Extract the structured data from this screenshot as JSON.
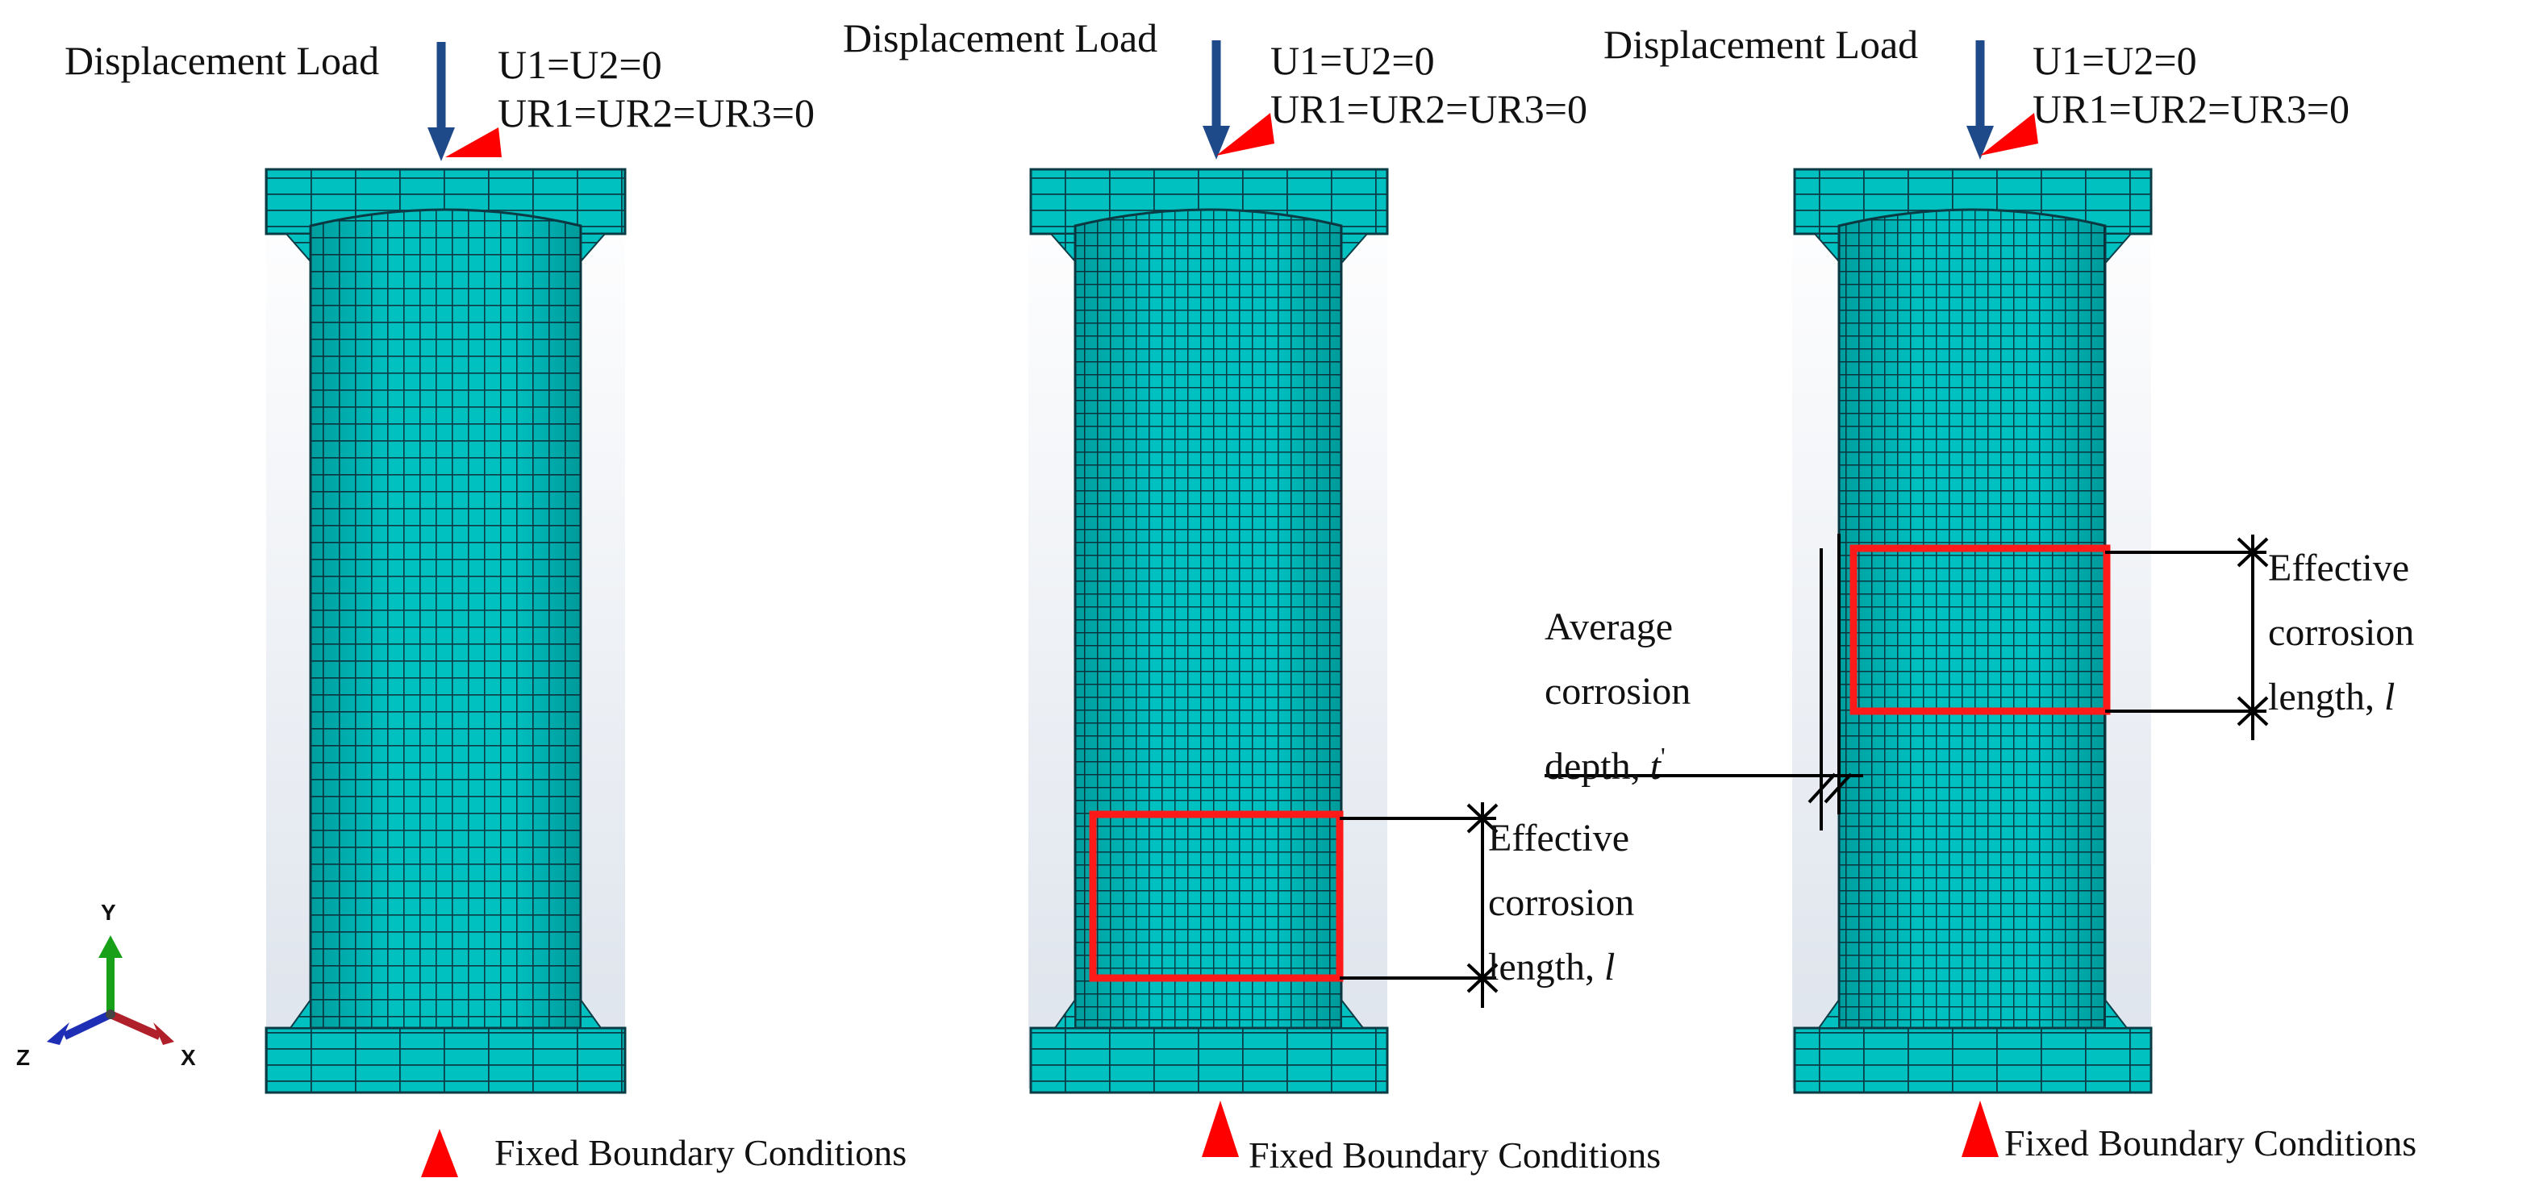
{
  "colors": {
    "mesh": "#00c0c0",
    "mesh_line": "#0b3c46",
    "corrosion_box": "#ff1a1a",
    "load_arrow": "#1f4a8a",
    "support": "#ff0000",
    "axis_x": "#b0202a",
    "axis_y": "#18a018",
    "axis_z": "#1f2fb5"
  },
  "panels": [
    {
      "load_label": "Displacement Load",
      "bc_line1": "U1=U2=0",
      "bc_line2": "UR1=UR2=UR3=0",
      "fixed_label": "Fixed Boundary Conditions"
    },
    {
      "load_label": "Displacement Load",
      "bc_line1": "U1=U2=0",
      "bc_line2": "UR1=UR2=UR3=0",
      "fixed_label": "Fixed Boundary Conditions",
      "corrosion_label": {
        "line1": "Effective",
        "line2": "corrosion",
        "line3_prefix": "length, ",
        "symbol": "l"
      }
    },
    {
      "load_label": "Displacement Load",
      "bc_line1": "U1=U2=0",
      "bc_line2": "UR1=UR2=UR3=0",
      "fixed_label": "Fixed Boundary Conditions",
      "corrosion_label": {
        "line1": "Effective",
        "line2": "corrosion",
        "line3_prefix": "length, ",
        "symbol": "l"
      },
      "depth_label": {
        "line1": "Average",
        "line2": "corrosion",
        "line3_prefix": "depth, ",
        "symbol": "t",
        "prime": "'"
      }
    }
  ],
  "triad": {
    "x": "X",
    "y": "Y",
    "z": "Z"
  },
  "icons": [
    "displacement-arrow-icon",
    "boundary-triangle-icon",
    "axis-triad-icon"
  ]
}
